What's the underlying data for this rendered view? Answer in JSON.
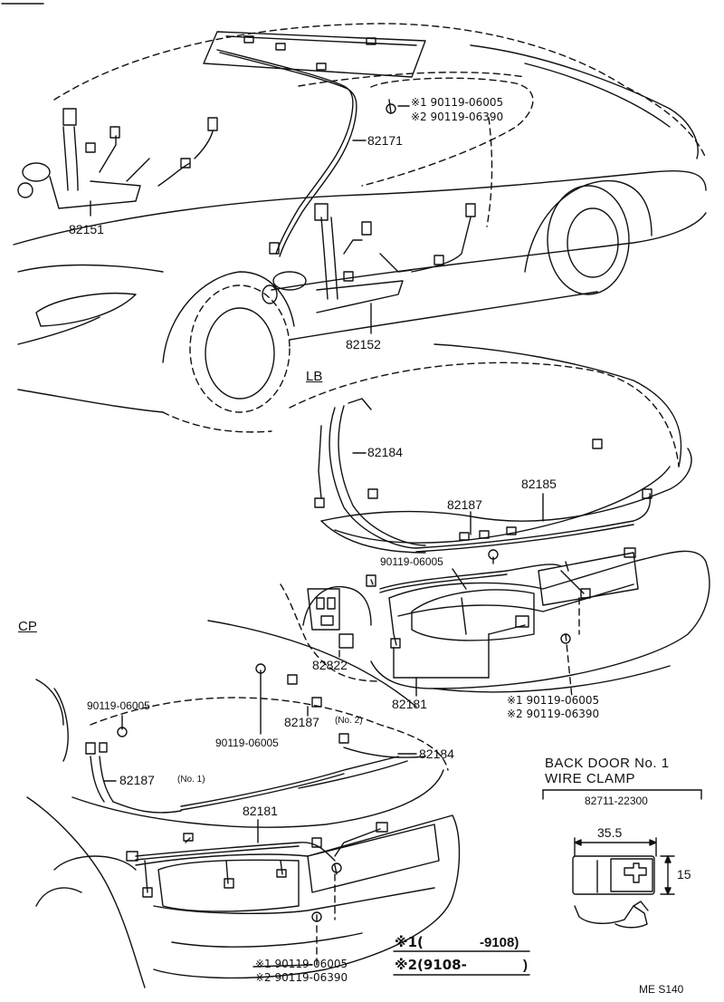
{
  "sections": {
    "lb": "LB",
    "cp": "CP"
  },
  "labels": {
    "p82151": "82151",
    "p82171": "82171",
    "p82152": "82152",
    "p82184_lb": "82184",
    "p82185": "82185",
    "p82187_lb": "82187",
    "p82822": "82822",
    "p82181_lb": "82181",
    "p82187_no2": "82187",
    "p82187_no1": "82187",
    "p82184_cp": "82184",
    "p82181_cp": "82181"
  },
  "qualifiers": {
    "no2": "(No. 2)",
    "no1": "(No. 1)"
  },
  "bolts": {
    "top_1": "※1 90119-06005",
    "top_2": "※2 90119-06390",
    "lb_upper": "90119-06005",
    "lb_lower_1": "※1 90119-06005",
    "lb_lower_2": "※2 90119-06390",
    "cp_left": "90119-06005",
    "cp_mid": "90119-06005",
    "cp_lower_1": "※1 90119-06005",
    "cp_lower_2": "※2 90119-06390"
  },
  "clamp": {
    "title_line1": "BACK DOOR No. 1",
    "title_line2": "WIRE CLAMP",
    "part": "82711-22300",
    "width": "35.5",
    "height": "15"
  },
  "legend": {
    "mark1": "※1(",
    "range1": "-9108)",
    "mark2": "※2(9108-",
    "range2": ")"
  },
  "footer_code": "ME S140"
}
